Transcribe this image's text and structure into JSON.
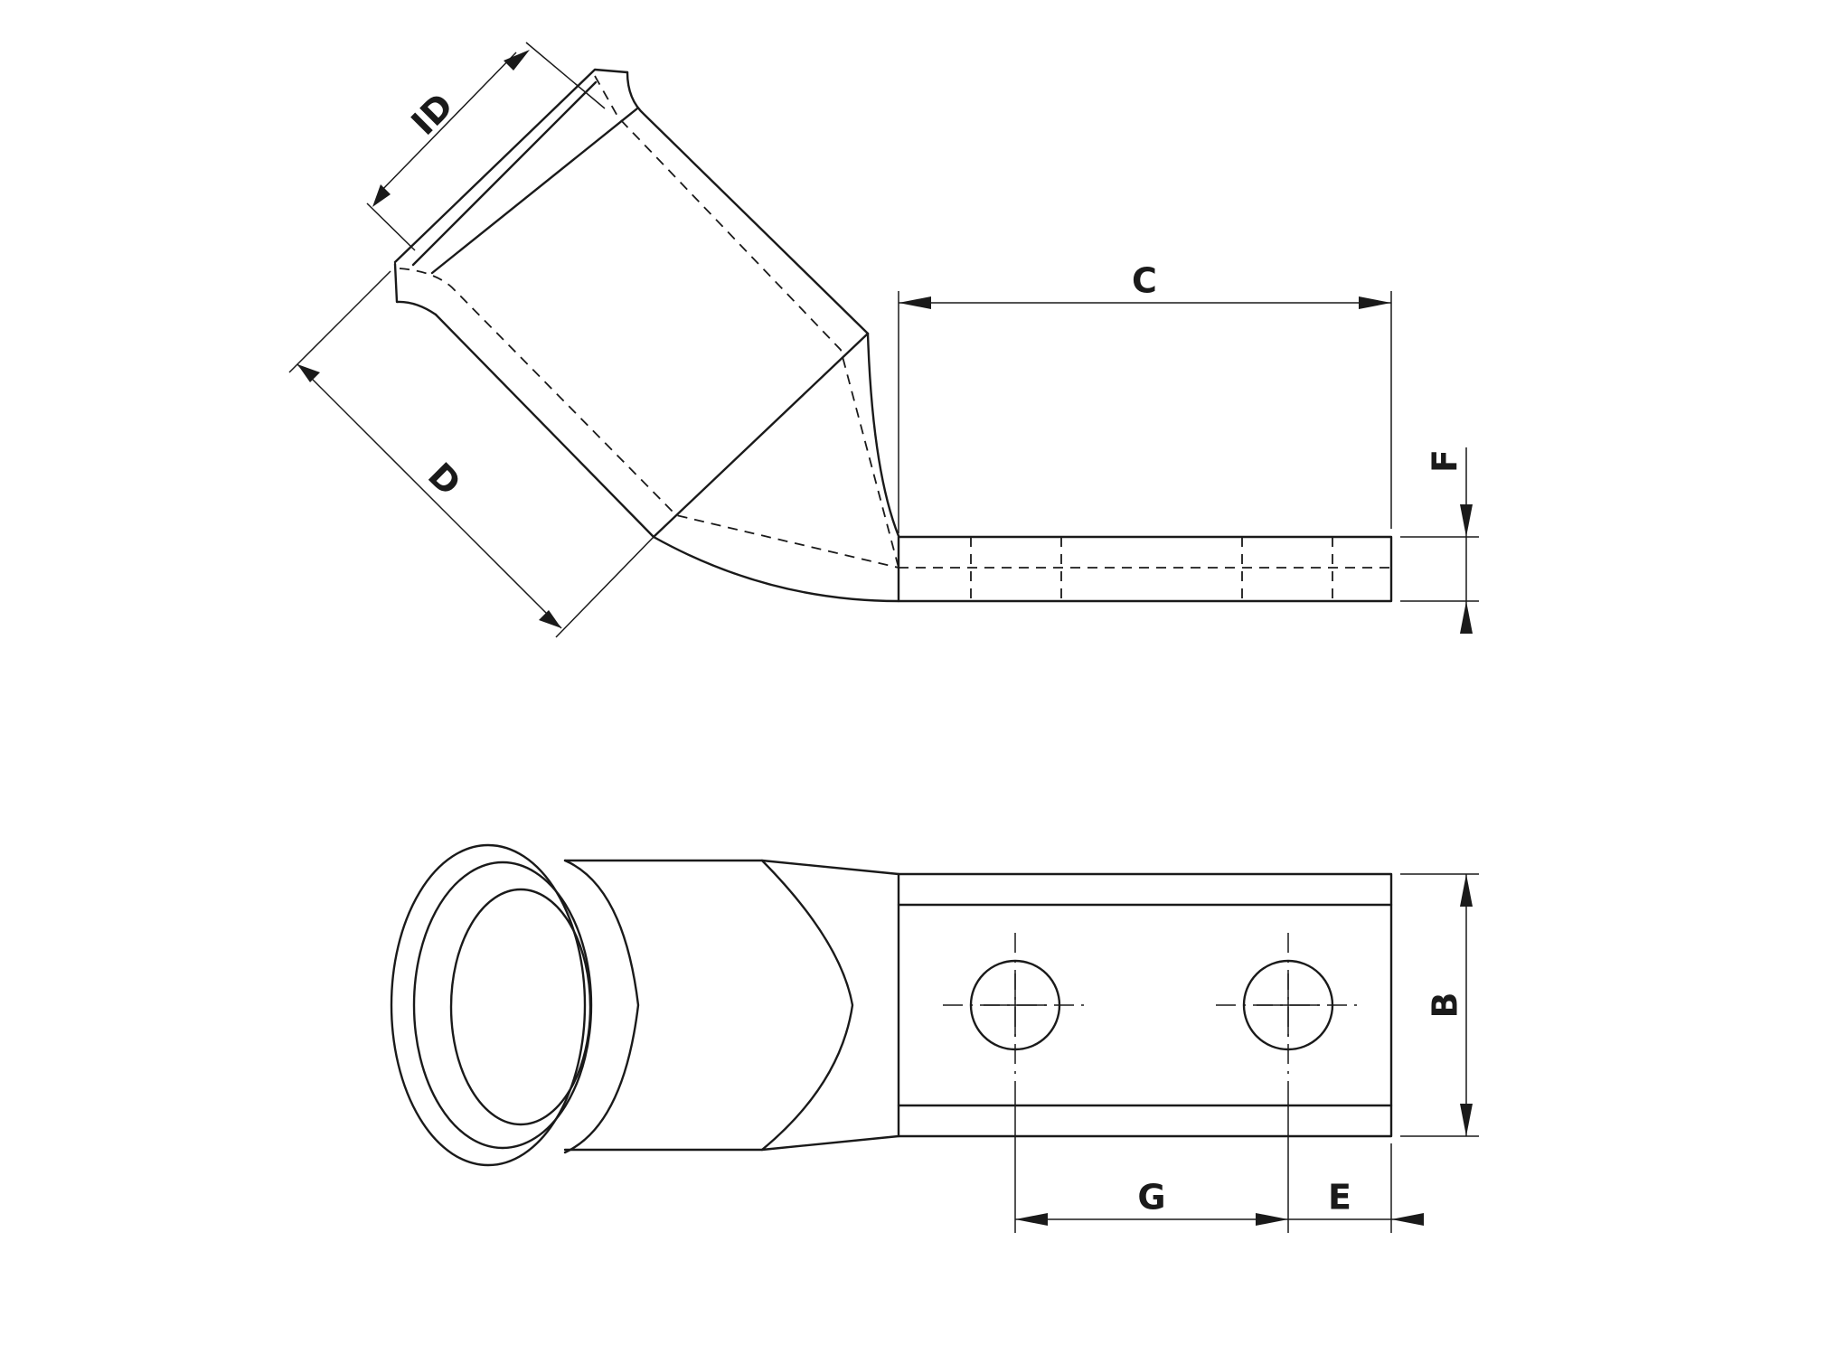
{
  "labels": {
    "ID": "ID",
    "D": "D",
    "C": "C",
    "F": "F",
    "B": "B",
    "G": "G",
    "E": "E"
  }
}
